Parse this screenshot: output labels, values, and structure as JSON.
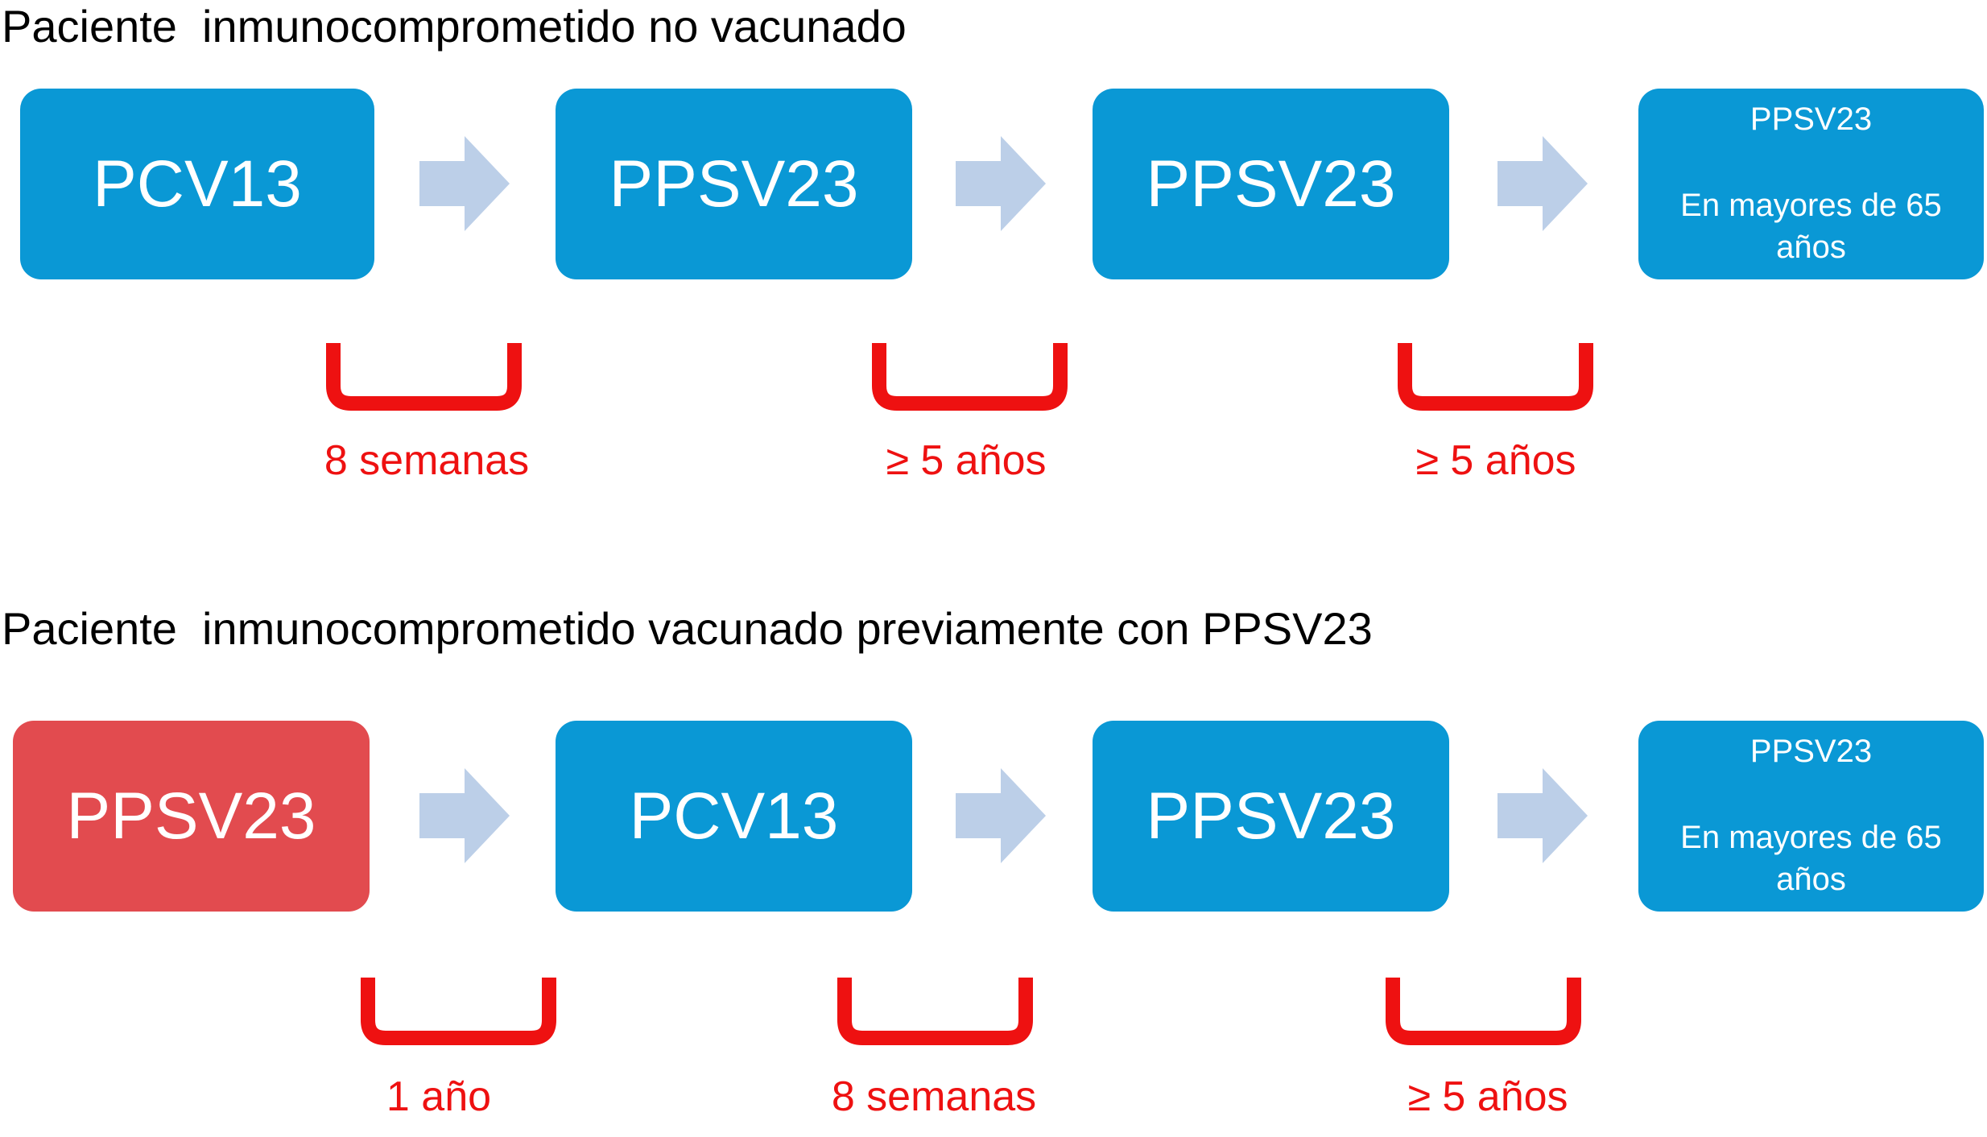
{
  "colors": {
    "box_blue": "#0a98d5",
    "box_red": "#e24b4f",
    "arrow_blue": "#bccfe8",
    "bracket_red": "#ee1111",
    "title_black": "#000000",
    "box_text_white": "#ffffff"
  },
  "icons": {
    "arrow": "arrow-right-icon",
    "bracket": "interval-bracket-icon"
  },
  "diagrams": [
    {
      "title": "Paciente  inmunocomprometido no vacunado",
      "boxes": [
        {
          "label": "PCV13"
        },
        {
          "label": "PPSV23"
        },
        {
          "label": "PPSV23"
        },
        {
          "label": "PPSV23",
          "sublabel": "En mayores de 65 años"
        }
      ],
      "intervals": [
        {
          "label": "8 semanas"
        },
        {
          "label": "≥ 5 años"
        },
        {
          "label": "≥ 5 años"
        }
      ]
    },
    {
      "title": "Paciente  inmunocomprometido vacunado previamente con PPSV23",
      "boxes": [
        {
          "label": "PPSV23"
        },
        {
          "label": "PCV13"
        },
        {
          "label": "PPSV23"
        },
        {
          "label": "PPSV23",
          "sublabel": "En mayores de 65 años"
        }
      ],
      "intervals": [
        {
          "label": "1 año"
        },
        {
          "label": "8 semanas"
        },
        {
          "label": "≥ 5 años"
        }
      ]
    }
  ]
}
